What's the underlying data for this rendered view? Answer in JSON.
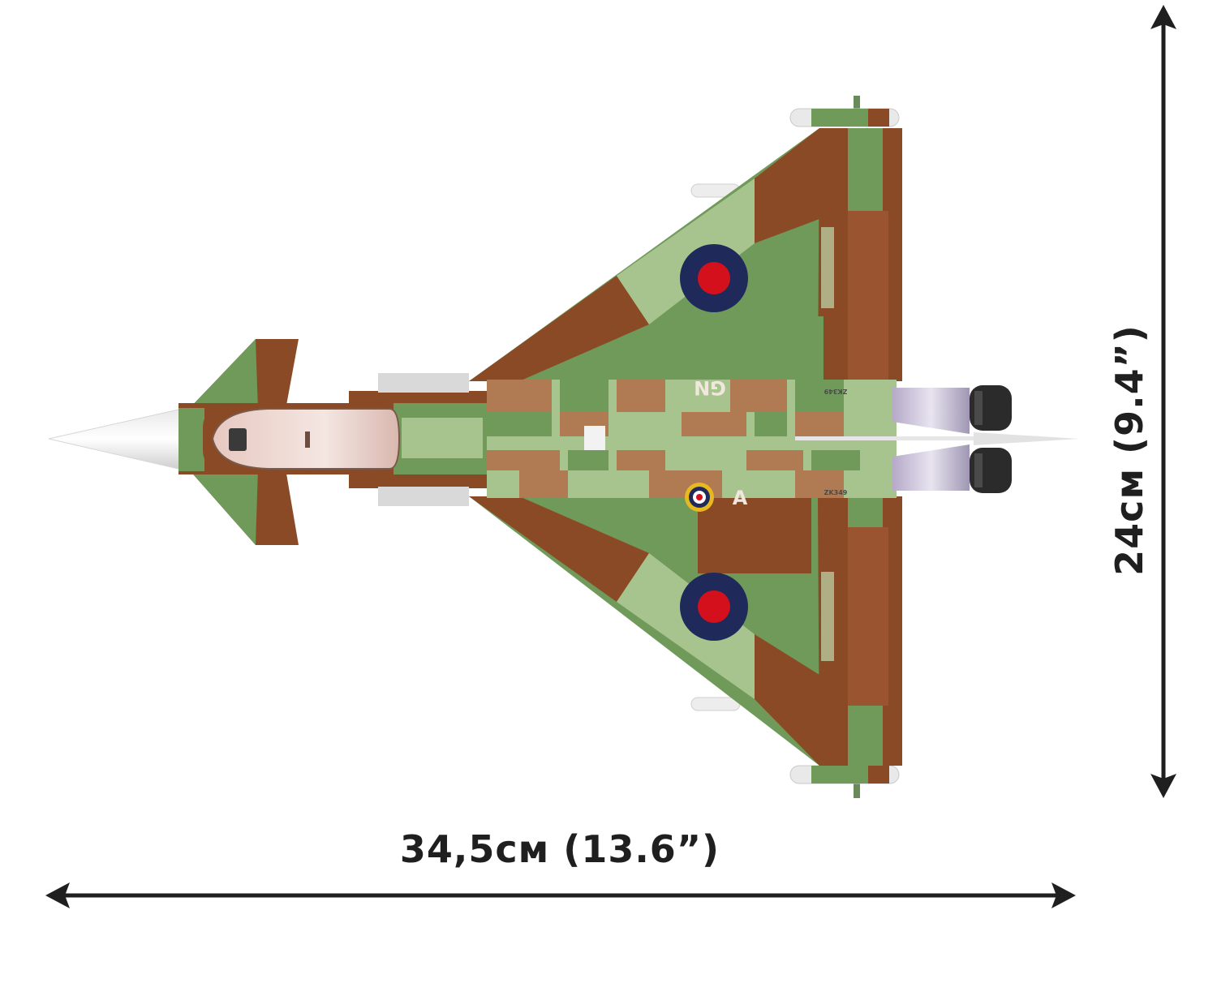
{
  "product": {
    "width_dimension": "34,5см (13.6”)",
    "height_dimension": "24см (9.4”)"
  },
  "aircraft_markings": {
    "code_upper": "GN",
    "code_lower": "A",
    "serial_upper": "ZK349",
    "serial_lower": "ZK349"
  },
  "colors": {
    "camo_green": "#6f9a5a",
    "camo_light_green": "#a8c48e",
    "camo_brown": "#8a4a26",
    "camo_tan": "#b07a52",
    "roundel_blue": "#1f2a5a",
    "roundel_red": "#d4101c",
    "roundel_yellow": "#e8b820",
    "arrow": "#1f1f1f"
  }
}
